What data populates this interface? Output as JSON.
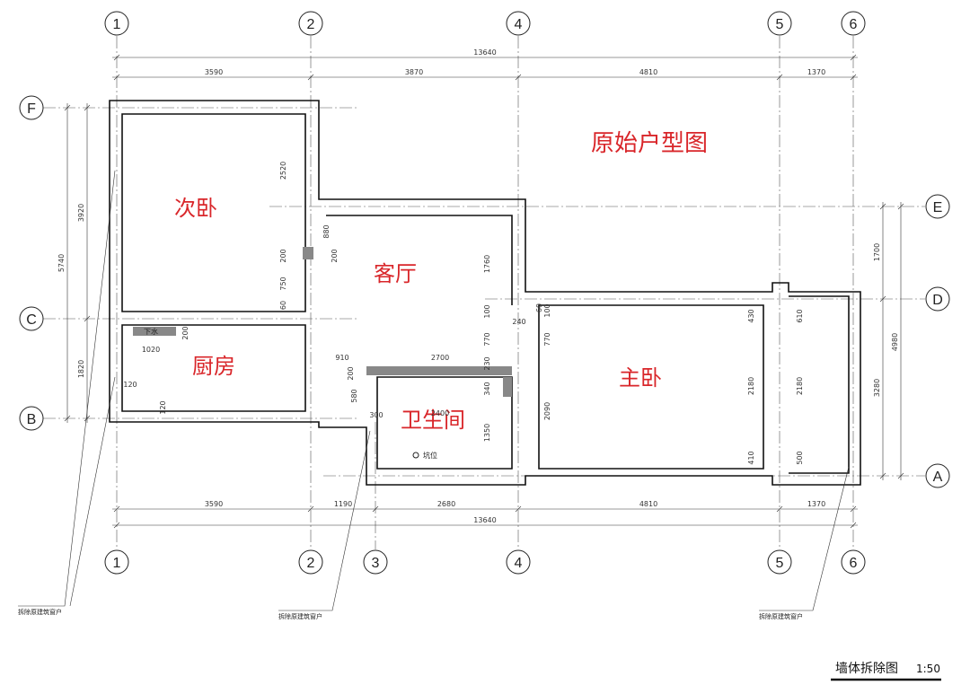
{
  "drawing": {
    "plan_title": "原始户型图",
    "sheet_title": "墙体拆除图",
    "scale": "1:50"
  },
  "grid": {
    "x_labels": [
      "1",
      "2",
      "4",
      "5",
      "6"
    ],
    "x_labels_bottom": [
      "1",
      "2",
      "3",
      "4",
      "5",
      "6"
    ],
    "y_labels": [
      "F",
      "C",
      "B",
      "E",
      "D",
      "A"
    ]
  },
  "rooms": {
    "second_bedroom": "次卧",
    "living_room": "客厅",
    "kitchen": "厨房",
    "bathroom": "卫生间",
    "master_bedroom": "主卧"
  },
  "dimensions": {
    "top_total": "13640",
    "top_segments": [
      "3590",
      "3870",
      "4810",
      "1370"
    ],
    "bottom_segments": [
      "3590",
      "1190",
      "2680",
      "4810",
      "1370"
    ],
    "bottom_total": "13640",
    "left_outer": "5740",
    "left_upper": "3920",
    "left_lower": "1820",
    "right_outer": "4980",
    "right_upper": "1700",
    "right_lower": "3280",
    "inner": [
      "2520",
      "880",
      "200",
      "200",
      "750",
      "60",
      "1760",
      "100",
      "240",
      "60",
      "100",
      "770",
      "770",
      "430",
      "610",
      "2180",
      "2180",
      "410",
      "500",
      "2090",
      "910",
      "2700",
      "230",
      "200",
      "580",
      "340",
      "1350",
      "2400",
      "300",
      "1020",
      "200",
      "120",
      "120"
    ]
  },
  "notes": {
    "note_left": "拆除原建筑窗户",
    "note_mid": "拆除原建筑窗户",
    "note_right": "拆除原建筑窗户",
    "sink": "下水",
    "drain": "坑位"
  }
}
